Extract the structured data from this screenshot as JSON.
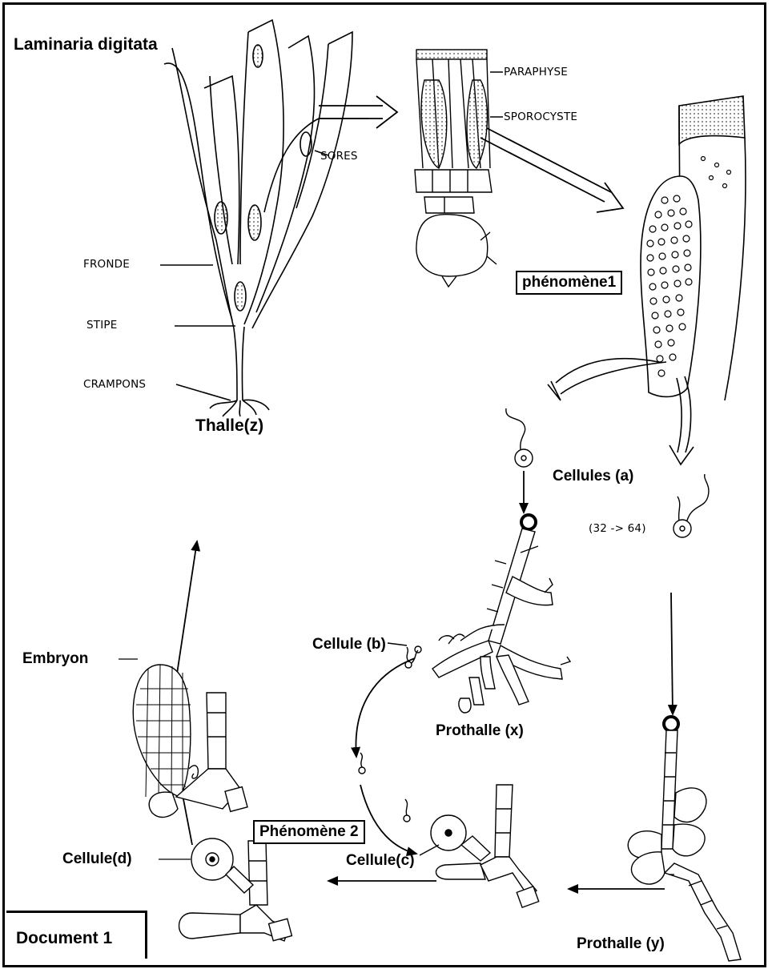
{
  "title": "Laminaria digitata",
  "document_label": "Document 1",
  "thalle": {
    "name": "Thalle(z)",
    "parts": {
      "sores": "SORES",
      "fronde": "FRONDE",
      "stipe": "STIPE",
      "crampons": "CRAMPONS"
    }
  },
  "sorus_detail": {
    "paraphyse": "PARAPHYSE",
    "sporocyste": "SPOROCYSTE"
  },
  "phenomene1": "phénomène1",
  "phenomene2": "Phénomène 2",
  "cellules_a": "Cellules (a)",
  "ratio": "(32 -> 64)",
  "cellule_b": "Cellule (b)",
  "cellule_c": "Cellule(c)",
  "cellule_d": "Cellule(d)",
  "prothalle_x": "Prothalle (x)",
  "prothalle_y": "Prothalle (y)",
  "embryon": "Embryon"
}
